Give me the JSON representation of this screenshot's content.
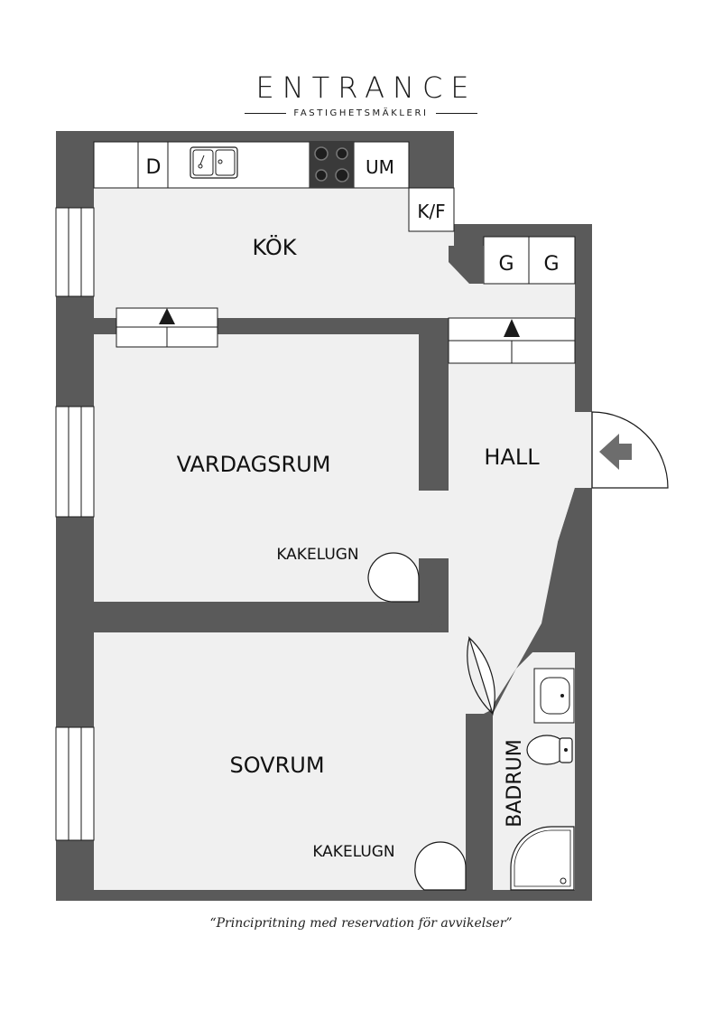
{
  "brand": {
    "name": "ENTRANCE",
    "tagline": "FASTIGHETSMÄKLERI"
  },
  "rooms": {
    "kitchen": "KÖK",
    "living": "VARDAGSRUM",
    "hall": "HALL",
    "bedroom": "SOVRUM",
    "bathroom": "BADRUM"
  },
  "fixtures": {
    "dishwasher": "D",
    "microwave": "UM",
    "fridge_freezer": "K/F",
    "wardrobe_1": "G",
    "wardrobe_2": "G",
    "stove_living": "KAKELUGN",
    "stove_bedroom": "KAKELUGN"
  },
  "disclaimer": "“Principritning med reservation för avvikelser”",
  "colors": {
    "wall": "#5a5a5a",
    "floor": "#f0f0f0",
    "fixture": "#ffffff",
    "line": "#1a1a1a"
  }
}
